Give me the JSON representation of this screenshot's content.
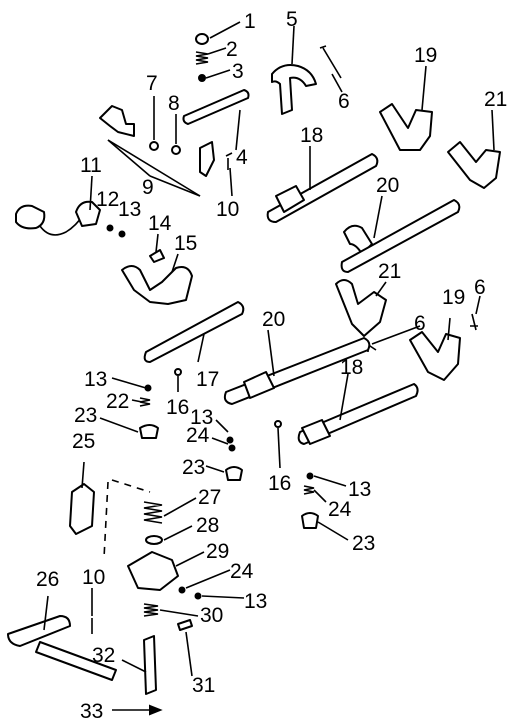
{
  "diagram": {
    "callouts": [
      {
        "id": "c1",
        "text": "1"
      },
      {
        "id": "c2",
        "text": "2"
      },
      {
        "id": "c3",
        "text": "3"
      },
      {
        "id": "c4",
        "text": "4"
      },
      {
        "id": "c5",
        "text": "5"
      },
      {
        "id": "c6a",
        "text": "6"
      },
      {
        "id": "c6b",
        "text": "6"
      },
      {
        "id": "c6c",
        "text": "6"
      },
      {
        "id": "c7",
        "text": "7"
      },
      {
        "id": "c8",
        "text": "8"
      },
      {
        "id": "c9",
        "text": "9"
      },
      {
        "id": "c10a",
        "text": "10"
      },
      {
        "id": "c10b",
        "text": "10"
      },
      {
        "id": "c11",
        "text": "11"
      },
      {
        "id": "c12",
        "text": "12"
      },
      {
        "id": "c13a",
        "text": "13"
      },
      {
        "id": "c13b",
        "text": "13"
      },
      {
        "id": "c13c",
        "text": "13"
      },
      {
        "id": "c13d",
        "text": "13"
      },
      {
        "id": "c13e",
        "text": "13"
      },
      {
        "id": "c14",
        "text": "14"
      },
      {
        "id": "c15",
        "text": "15"
      },
      {
        "id": "c16a",
        "text": "16"
      },
      {
        "id": "c16b",
        "text": "16"
      },
      {
        "id": "c17",
        "text": "17"
      },
      {
        "id": "c18a",
        "text": "18"
      },
      {
        "id": "c18b",
        "text": "18"
      },
      {
        "id": "c19a",
        "text": "19"
      },
      {
        "id": "c19b",
        "text": "19"
      },
      {
        "id": "c20a",
        "text": "20"
      },
      {
        "id": "c20b",
        "text": "20"
      },
      {
        "id": "c21a",
        "text": "21"
      },
      {
        "id": "c21b",
        "text": "21"
      },
      {
        "id": "c22",
        "text": "22"
      },
      {
        "id": "c23a",
        "text": "23"
      },
      {
        "id": "c23b",
        "text": "23"
      },
      {
        "id": "c23c",
        "text": "23"
      },
      {
        "id": "c24a",
        "text": "24"
      },
      {
        "id": "c24b",
        "text": "24"
      },
      {
        "id": "c24c",
        "text": "24"
      },
      {
        "id": "c25",
        "text": "25"
      },
      {
        "id": "c26",
        "text": "26"
      },
      {
        "id": "c27",
        "text": "27"
      },
      {
        "id": "c28",
        "text": "28"
      },
      {
        "id": "c29",
        "text": "29"
      },
      {
        "id": "c30",
        "text": "30"
      },
      {
        "id": "c31",
        "text": "31"
      },
      {
        "id": "c32",
        "text": "32"
      },
      {
        "id": "c33",
        "text": "33"
      }
    ]
  }
}
